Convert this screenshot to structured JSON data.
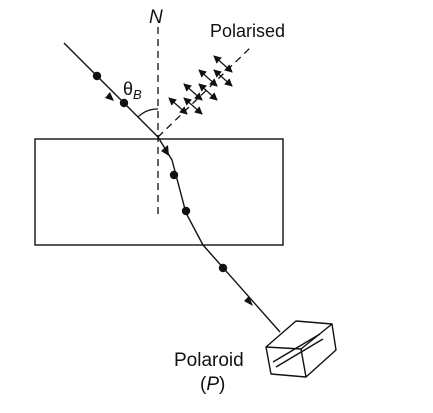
{
  "labels": {
    "normal": "N",
    "polarised": "Polarised",
    "theta_symbol": "θ",
    "theta_subscript": "B",
    "polaroid": "Polaroid",
    "polaroid_open": "(",
    "polaroid_symbol": "P",
    "polaroid_close": ")"
  },
  "colors": {
    "ink": "#111111",
    "background": "#ffffff"
  }
}
